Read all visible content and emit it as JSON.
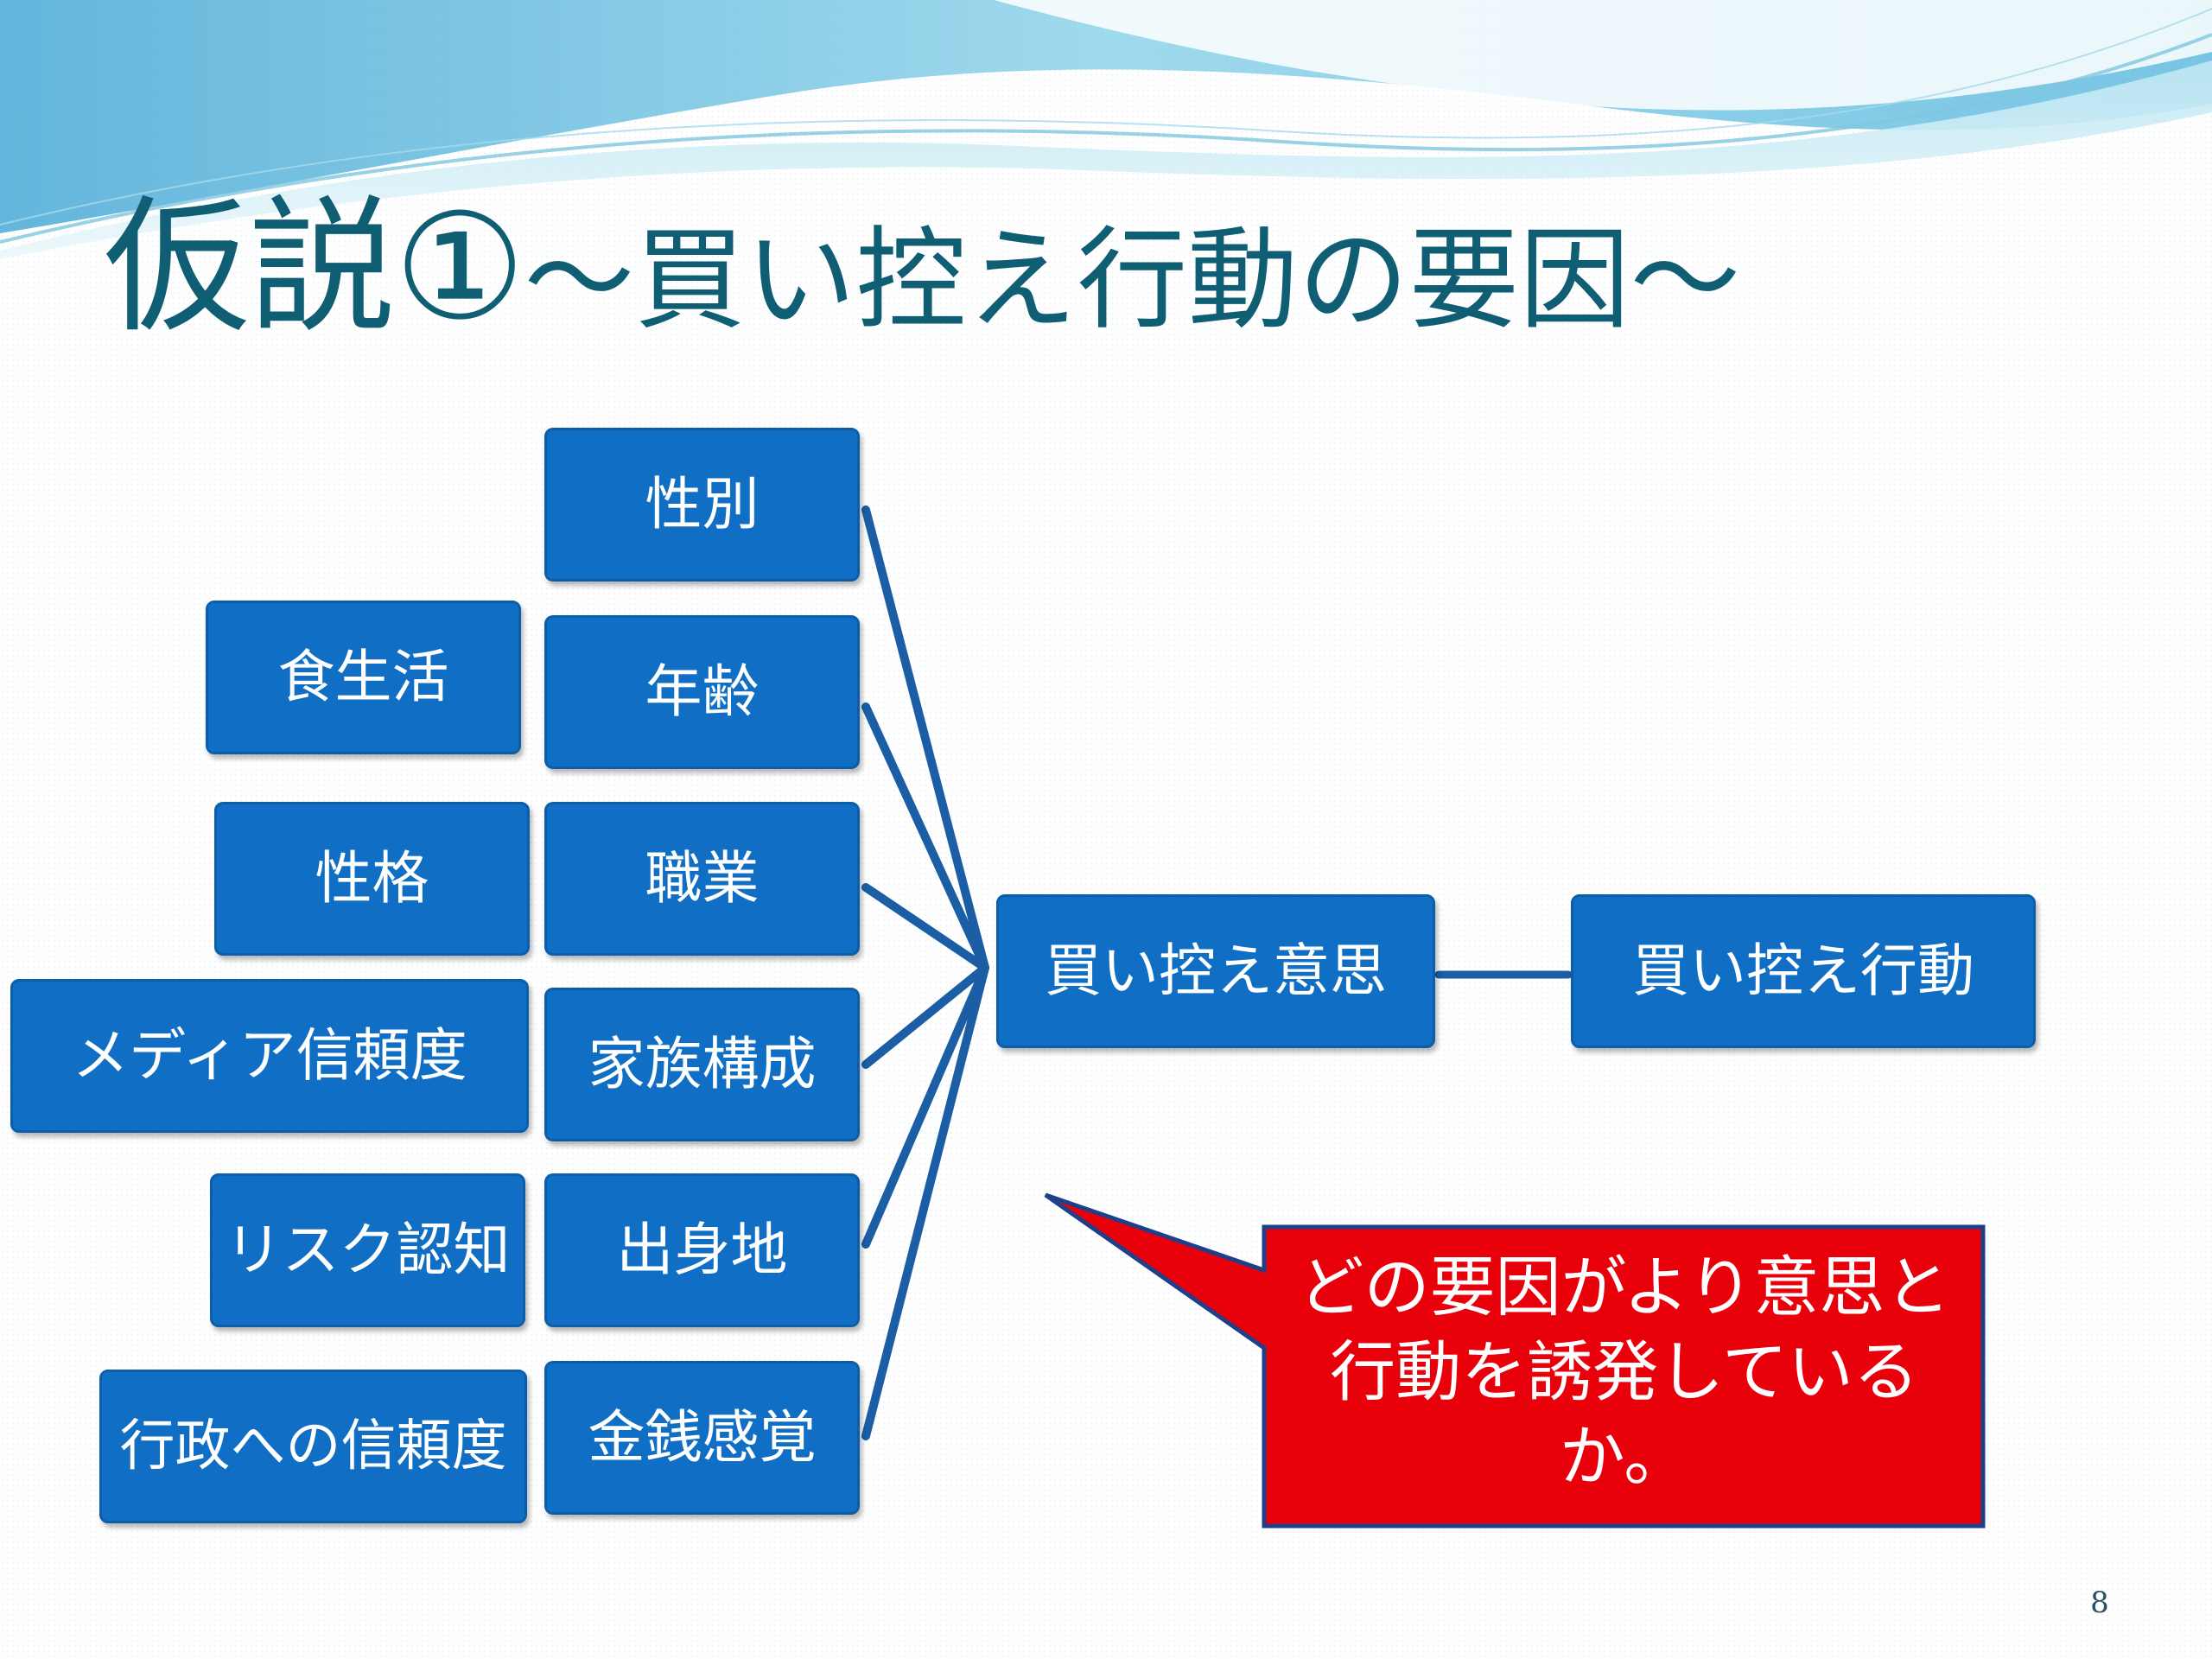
{
  "slide": {
    "title_main": "仮説①",
    "title_sub": "～買い控え行動の要因～",
    "page_number": "8"
  },
  "diagram": {
    "demographic_factors": [
      "性別",
      "年齢",
      "職業",
      "家族構成",
      "出身地",
      "金銭感覚"
    ],
    "psychographic_factors": [
      "食生活",
      "性格",
      "メディア信頼度",
      "リスク認知",
      "行政への信頼度"
    ],
    "intention": "買い控え意思",
    "behavior": "買い控え行動",
    "callout": "どの要因がより意思と行動を誘発しているか。"
  },
  "colors": {
    "box_fill": "#106fc4",
    "title_text": "#0f5e73",
    "callout_fill": "#e8000b",
    "wave_blue": "#6fc3e0"
  }
}
